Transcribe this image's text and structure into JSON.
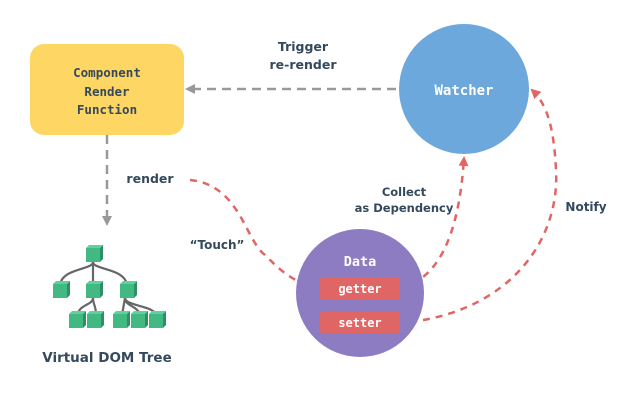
{
  "title": "Vue reactivity diagram",
  "nodes": {
    "component": {
      "lines": [
        "Component",
        "Render",
        "Function"
      ],
      "color": "#fdd663"
    },
    "watcher": {
      "label": "Watcher",
      "color": "#6da8dc"
    },
    "data": {
      "label": "Data",
      "color": "#8e7cc3",
      "getter": "getter",
      "setter": "setter",
      "pill_color": "#e06666"
    },
    "vdom": {
      "label": "Virtual DOM Tree",
      "node_color": "#42b883"
    }
  },
  "edges": {
    "trigger": {
      "lines": [
        "Trigger",
        "re-render"
      ]
    },
    "render": {
      "label": "render"
    },
    "touch": {
      "label": "“Touch”"
    },
    "collect": {
      "lines": [
        "Collect",
        "as Dependency"
      ]
    },
    "notify": {
      "label": "Notify"
    }
  },
  "colors": {
    "text": "#34495e",
    "gray_arrow": "#999999",
    "red_arrow": "#e06666"
  }
}
